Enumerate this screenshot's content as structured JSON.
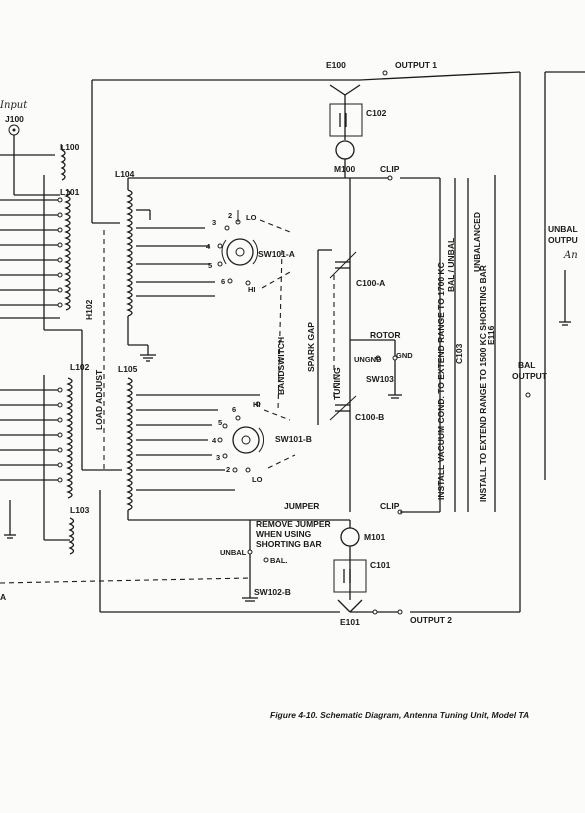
{
  "labels": {
    "input_script": "Input",
    "j100": "J100",
    "l100": "L100",
    "l101": "L101",
    "l102": "L102",
    "l103": "L103",
    "l104": "L104",
    "l105": "L105",
    "h102": "H102",
    "load_adjust": "LOAD ADJUST",
    "e100": "E100",
    "output1": "OUTPUT 1",
    "c102": "C102",
    "m100": "M100",
    "clip_top": "CLIP",
    "sw101a": "SW101-A",
    "sw101b": "SW101-B",
    "lo_a": "LO",
    "hi_a": "HI",
    "hi_b": "HI",
    "lo_b": "LO",
    "pos_2a": "2",
    "pos_3a": "3",
    "pos_4a": "4",
    "pos_5a": "5",
    "pos_6a": "6",
    "pos_6b": "6",
    "pos_5b": "5",
    "pos_4b": "4",
    "pos_3b": "3",
    "pos_2b": "2",
    "bandswitch": "BANDSWITCH",
    "c100a": "C100-A",
    "spark_gap": "SPARK GAP",
    "tuning": "TUNING",
    "rotor": "ROTOR",
    "ungnd": "UNGND",
    "gnd": "GND",
    "sw103": "SW103",
    "c100b": "C100-B",
    "jumper": "JUMPER",
    "clip_bottom": "CLIP",
    "remove_jumper_1": "REMOVE JUMPER",
    "remove_jumper_2": "WHEN USING",
    "remove_jumper_3": "SHORTING BAR",
    "unbal": "UNBAL",
    "bal": "BAL.",
    "sw102b": "SW102-B",
    "m101": "M101",
    "c101": "C101",
    "e101": "E101",
    "output2": "OUTPUT 2",
    "a_left": "A",
    "vac_note": "INSTALL VACUUM COND. TO EXTEND RANGE TO 1700 KC",
    "bal_unbal": "BAL / UNBAL",
    "c103": "C103",
    "shorting_note": "INSTALL TO EXTEND RANGE TO 1500 KC SHORTING BAR",
    "unbalanced": "UNBALANCED",
    "e116": "E116",
    "bal_output_1": "BAL",
    "bal_output_2": "OUTPUT",
    "unbal_out_1": "UNBAL",
    "unbal_out_2": "OUTPU",
    "an_script": "An"
  },
  "caption": "Figure 4-10. Schematic Diagram, Antenna Tuning Unit, Model TA"
}
